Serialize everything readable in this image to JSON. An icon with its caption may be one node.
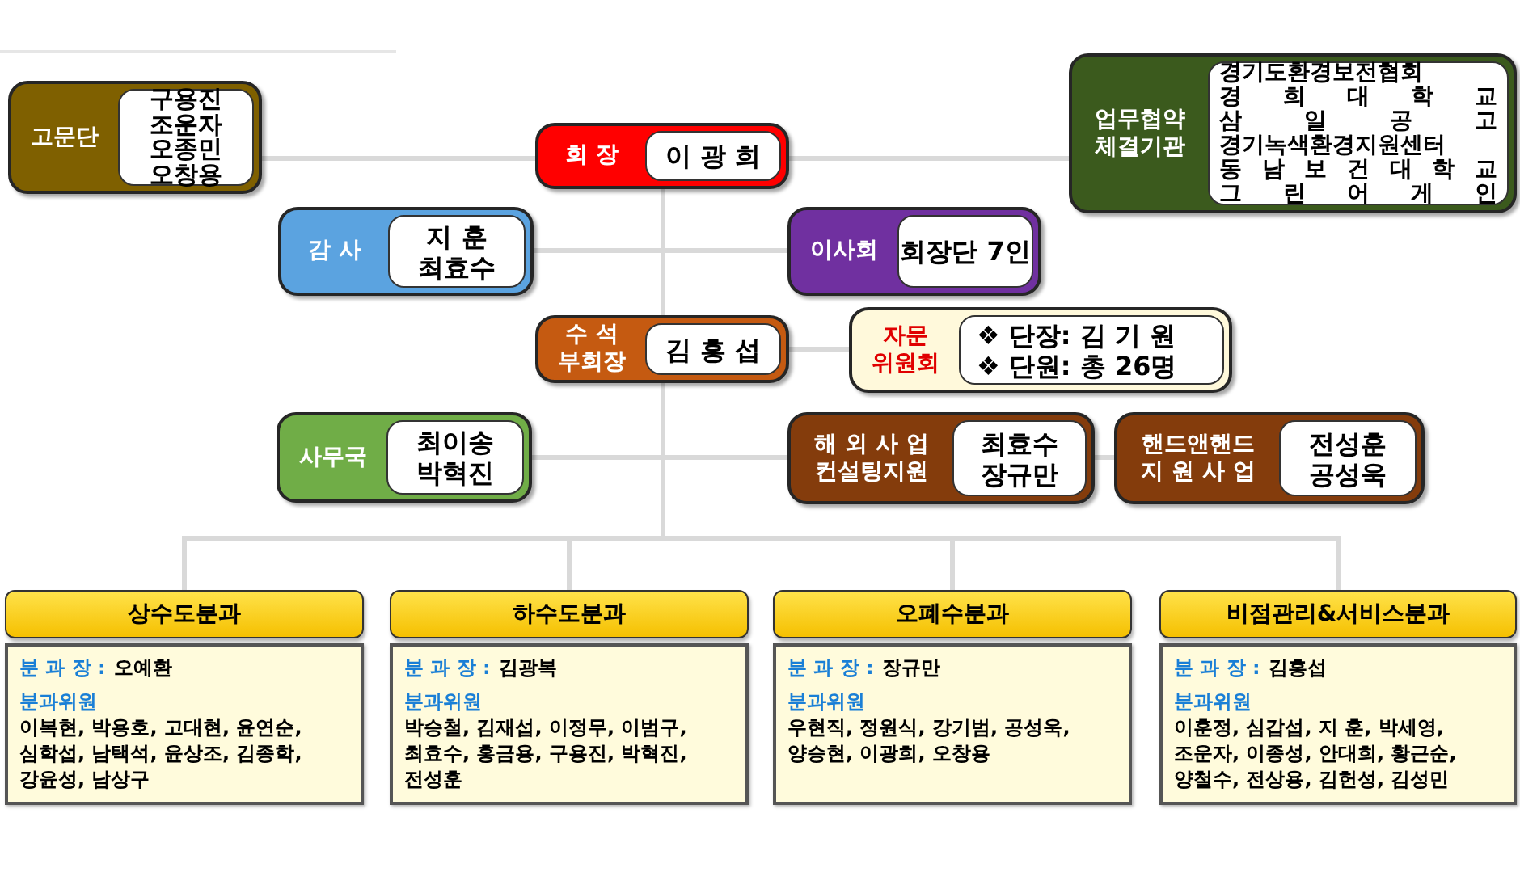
{
  "diagram": {
    "nodes": [
      {
        "text": [
          "고문단",
          "구용진",
          "조운자",
          "오종민",
          "오창용"
        ]
      },
      {
        "text": [
          "회 장",
          "이 광 희"
        ]
      },
      {
        "text": [
          "업무협약 체결기관",
          "경기도환경보전협회",
          "경 희 대 학 교",
          "삼 일 공 고",
          "경기녹색환경지원센터",
          "동 남 보 건 대 학 교",
          "그 린 어 게 인"
        ]
      },
      {
        "text": [
          "감 사",
          "지 훈",
          "최효수"
        ]
      },
      {
        "text": [
          "이사회",
          "회장단 7인"
        ]
      },
      {
        "text": [
          "수 석 부회장",
          "김 흥 섭"
        ]
      },
      {
        "text": [
          "자문 위원회",
          "❖ 단장: 김 기 원",
          "❖ 단원: 총 26명"
        ]
      },
      {
        "text": [
          "사무국",
          "최이송",
          "박혁진"
        ]
      },
      {
        "text": [
          "해 외 사 업 컨설팅지원",
          "최효수",
          "장규만"
        ]
      },
      {
        "text": [
          "핸드앤핸드 지 원 사 업",
          "전성훈",
          "공성욱"
        ]
      },
      {
        "text": [
          "상수도분과"
        ]
      },
      {
        "text": [
          "분 과 장 :",
          "오예환",
          "분과위원",
          "이복현, 박용호, 고대현, 윤연순, 심학섭, 남택석, 윤상조, 김종학, 강윤성, 남상구"
        ]
      },
      {
        "text": [
          "하수도분과"
        ]
      },
      {
        "text": [
          "분 과 장 :",
          "김광복",
          "분과위원",
          "박승철, 김재섭, 이정무, 이범구, 최효수, 홍금용, 구용진, 박혁진, 전성훈"
        ]
      },
      {
        "text": [
          "오폐수분과"
        ]
      },
      {
        "text": [
          "분 과 장 :",
          "장규만",
          "분과위원",
          "우현직, 정원식, 강기범, 공성욱, 양승현, 이광희, 오창용"
        ]
      },
      {
        "text": [
          "비점관리&서비스분과"
        ]
      },
      {
        "text": [
          "분 과 장 :",
          "김흥섭",
          "분과위원",
          "이훈정, 심갑섭, 지 훈, 박세영, 조운자, 이종성, 안대희, 황근순, 양철수, 전상용, 김헌성, 김성민"
        ]
      }
    ],
    "edges": [
      {
        "from": 0,
        "to": 1,
        "arrow": "none"
      },
      {
        "from": 1,
        "to": 2,
        "arrow": "none"
      },
      {
        "from": 1,
        "to": 3,
        "arrow": "none"
      },
      {
        "from": 1,
        "to": 4,
        "arrow": "none"
      },
      {
        "from": 1,
        "to": 5,
        "arrow": "none"
      },
      {
        "from": 5,
        "to": 6,
        "arrow": "none"
      },
      {
        "from": 5,
        "to": 7,
        "arrow": "none"
      },
      {
        "from": 5,
        "to": 8,
        "arrow": "none"
      },
      {
        "from": 8,
        "to": 9,
        "arrow": "none"
      },
      {
        "from": 5,
        "to": 10,
        "arrow": "none"
      },
      {
        "from": 5,
        "to": 12,
        "arrow": "none"
      },
      {
        "from": 5,
        "to": 14,
        "arrow": "none"
      },
      {
        "from": 5,
        "to": 16,
        "arrow": "none"
      }
    ]
  }
}
